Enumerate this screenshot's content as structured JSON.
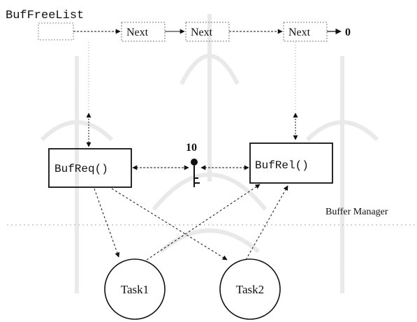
{
  "diagram": {
    "free_list": {
      "head_label": "BufFreeList",
      "nodes": [
        "Next",
        "Next",
        "Next"
      ],
      "terminator": "0"
    },
    "semaphore": {
      "count": "10"
    },
    "functions": {
      "request": "BufReq()",
      "release": "BufRel()"
    },
    "module_label": "Buffer Manager",
    "tasks": [
      "Task1",
      "Task2"
    ]
  }
}
